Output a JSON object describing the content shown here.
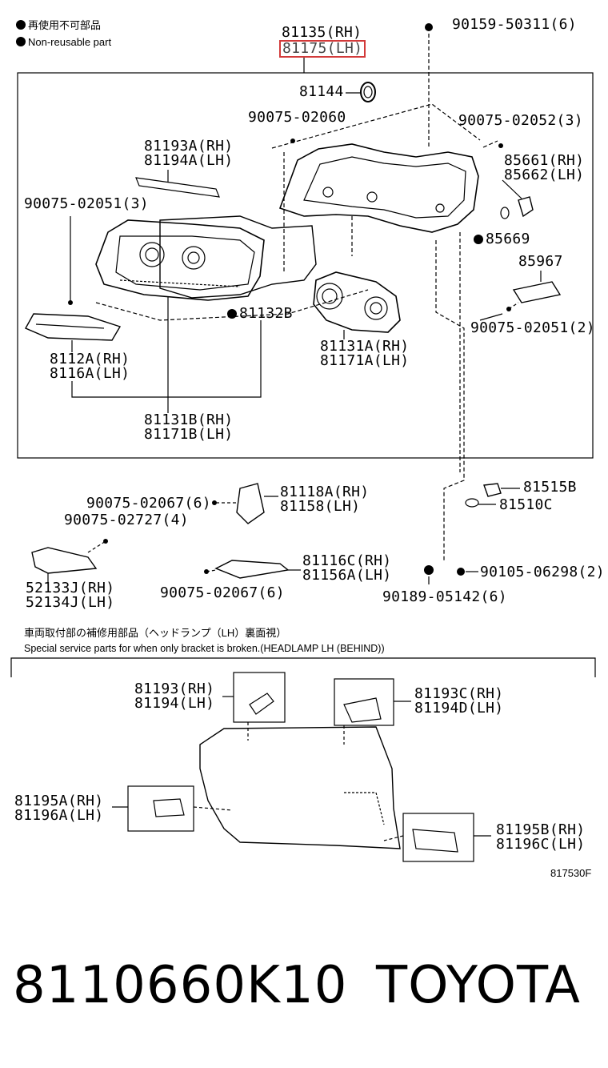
{
  "legend": {
    "jp": "再使用不可部品",
    "en": "Non-reusable part"
  },
  "top_parts": {
    "housing": [
      "81135(RH)",
      "81175(LH)"
    ],
    "clip_81144": "81144",
    "screw_top": "90159-50311(6)",
    "screw_90075_02060": "90075-02060",
    "screw_90075_02052": "90075-02052(3)",
    "bar": [
      "81193A(RH)",
      "81194A(LH)"
    ],
    "screw_90075_02051_left": "90075-02051(3)",
    "socket": [
      "85661(RH)",
      "85662(LH)"
    ],
    "oring": "85669",
    "module": "85967",
    "screw_90075_02051_right": "90075-02051(2)",
    "gasket": "81132B",
    "lens": [
      "8112A(RH)",
      "8116A(LH)"
    ],
    "projector": [
      "81131A(RH)",
      "81171A(LH)"
    ],
    "unit": [
      "81131B(RH)",
      "81171B(LH)"
    ]
  },
  "mid_parts": {
    "bracket_a": [
      "81118A(RH)",
      "81158(LH)"
    ],
    "screw_02067_a": "90075-02067(6)",
    "screw_02727": "90075-02727(4)",
    "bulb_socket": "81515B",
    "bulb": "81510C",
    "mount": [
      "52133J(RH)",
      "52134J(LH)"
    ],
    "bracket_c": [
      "81116C(RH)",
      "81156A(LH)"
    ],
    "screw_02067_b": "90075-02067(6)",
    "screw_05142": "90189-05142(6)",
    "screw_06298": "90105-06298(2)"
  },
  "service": {
    "jp": "車両取付部の補修用部品（ヘッドランプ（LH）裏面視）",
    "en": "Special service parts for when only bracket is broken.(HEADLAMP LH (BEHIND))",
    "kit_top_left": [
      "81193(RH)",
      "81194(LH)"
    ],
    "kit_top_right": [
      "81193C(RH)",
      "81194D(LH)"
    ],
    "kit_left": [
      "81195A(RH)",
      "81196A(LH)"
    ],
    "kit_right": [
      "81195B(RH)",
      "81196C(LH)"
    ],
    "figure_code": "817530F"
  },
  "footer": {
    "part_number": "8110660K10",
    "brand": "TOYOTA"
  }
}
